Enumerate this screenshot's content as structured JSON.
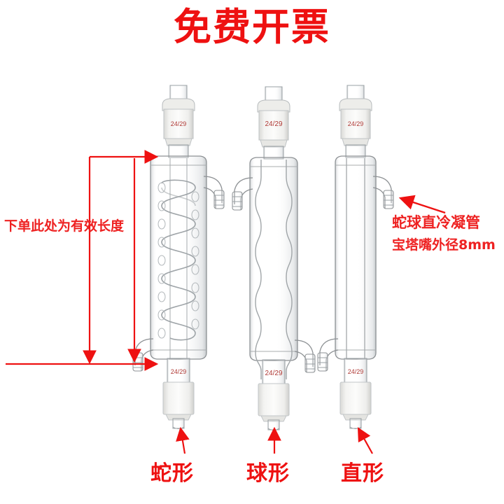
{
  "page": {
    "title_text": "免费开票",
    "title_color": "#ee1111",
    "background_color": "#ffffff"
  },
  "annotations": {
    "effective_length_note": "下单此处为有效长度",
    "right_note_line1": "蛇球直冷凝管",
    "right_note_line2": "宝塔嘴外径8mm",
    "annotation_color": "#ee2222"
  },
  "products": [
    {
      "id": "coil",
      "label": "蛇形",
      "top_joint": "24/29",
      "bottom_joint": "24/29",
      "inner_type": "spiral-coil"
    },
    {
      "id": "bulb",
      "label": "球形",
      "top_joint": "24/29",
      "bottom_joint": "24/29",
      "inner_type": "allihn-bulb"
    },
    {
      "id": "straight",
      "label": "直形",
      "top_joint": "24/29",
      "bottom_joint": "24/29",
      "inner_type": "liebig-straight"
    }
  ],
  "joint_mark_color": "#b03a36",
  "glass_line_color": "#8d9194"
}
